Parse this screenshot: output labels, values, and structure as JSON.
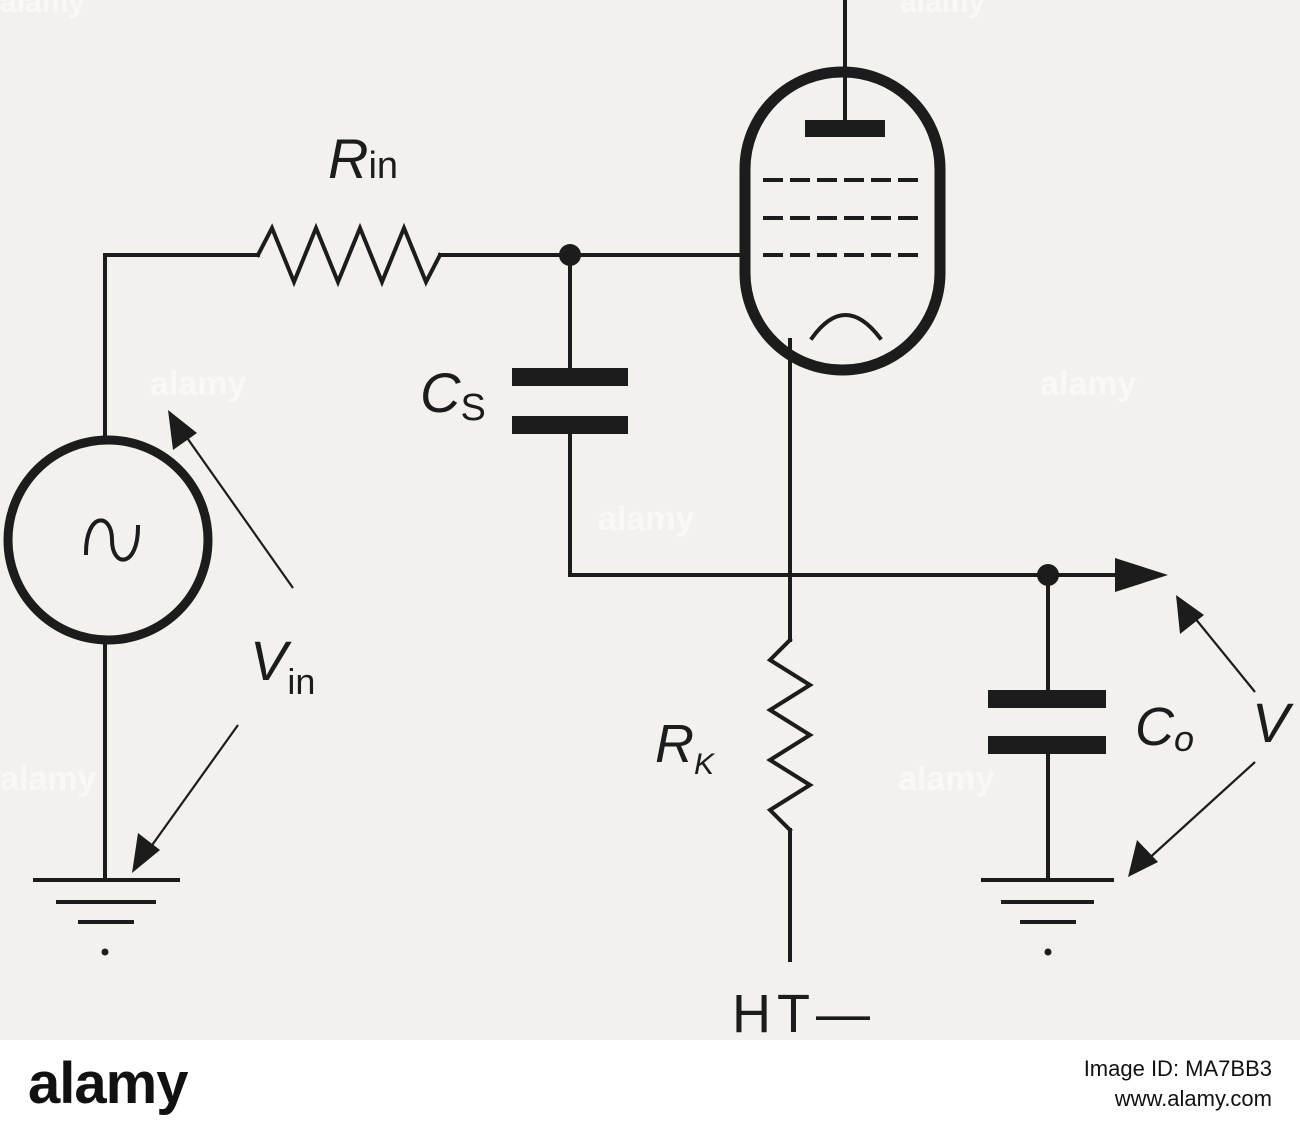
{
  "diagram": {
    "labels": {
      "r_in_main": "R",
      "r_in_sub": "in",
      "c_s_main": "C",
      "c_s_sub": "S",
      "v_in_main": "V",
      "v_in_sub": "in",
      "r_k_main": "R",
      "r_k_sub": "K",
      "c_o_main": "C",
      "c_o_sub": "o",
      "v_out_partial": "V",
      "ht_minus": "HT—"
    },
    "watermark_text": "alamy"
  },
  "footer": {
    "logo": "alamy",
    "image_id": "Image ID: MA7BB3",
    "site": "www.alamy.com"
  }
}
